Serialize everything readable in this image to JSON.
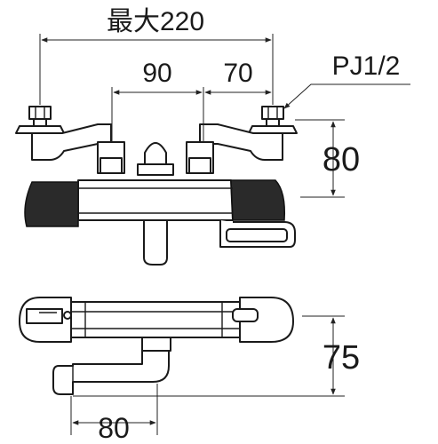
{
  "drawing": {
    "dimensions": {
      "top_overall": "最大220",
      "top_left_spacing": "90",
      "top_right_spacing": "70",
      "thread_callout": "PJ1/2",
      "right_height": "80",
      "side_depth": "75",
      "bottom_spout": "80"
    },
    "colors": {
      "line": "#1a1a1a",
      "fill": "#ffffff",
      "shadow": "#2a2a2a"
    }
  }
}
